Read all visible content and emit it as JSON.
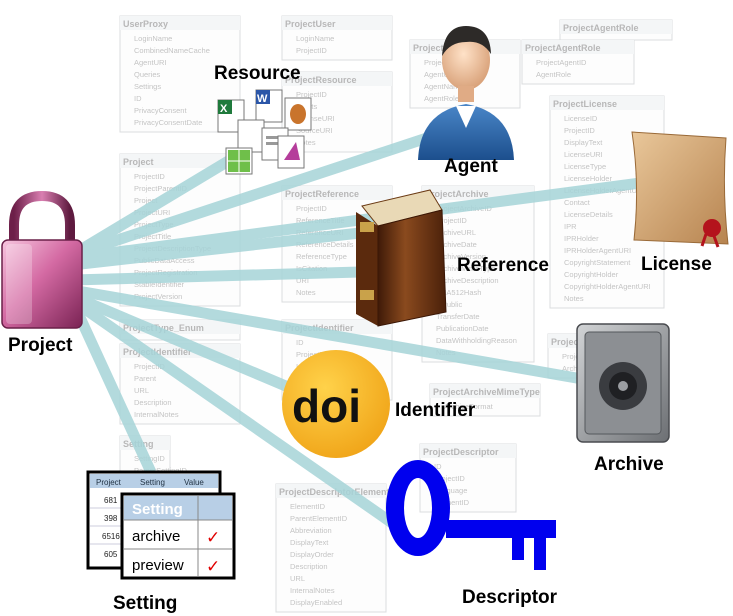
{
  "labels": {
    "project": "Project",
    "resource": "Resource",
    "agent": "Agent",
    "license": "License",
    "reference": "Reference",
    "identifier": "Identifier",
    "archive": "Archive",
    "setting": "Setting",
    "descriptor": "Descriptor"
  },
  "doi_logo_text": "doi",
  "setting_card": {
    "back_headers": [
      "Project",
      "Setting",
      "Value"
    ],
    "back_rows": [
      "681",
      "398",
      "6516",
      "605"
    ],
    "front_header": "Setting",
    "front_rows": [
      "archive",
      "preview"
    ],
    "check": "✓"
  },
  "background_tables": [
    {
      "title": "UserProxy",
      "rows": [
        "LoginName",
        "CombinedNameCache",
        "AgentURI",
        "Queries",
        "Settings",
        "ID",
        "PrivacyConsent",
        "PrivacyConsentDate"
      ]
    },
    {
      "title": "ProjectUser",
      "rows": [
        "LoginName",
        "ProjectID"
      ]
    },
    {
      "title": "ProjectAgent",
      "rows": [
        "ProjectID",
        "AgentURI",
        "AgentName",
        "AgentRole"
      ]
    },
    {
      "title": "ProjectAgentRole",
      "rows": []
    },
    {
      "title": "ProjectAgentRole",
      "rows": [
        "ProjectAgentID",
        "AgentRole"
      ]
    },
    {
      "title": "ProjectResource",
      "rows": [
        "ProjectID",
        "Rights",
        "LicenseURI",
        "SourceURI",
        "Notes"
      ]
    },
    {
      "title": "ProjectLicense",
      "rows": [
        "LicenseID",
        "ProjectID",
        "DisplayText",
        "LicenseURI",
        "LicenseType",
        "LicenseHolder",
        "LicenseHolderAgentURI",
        "Contact",
        "LicenseDetails",
        "IPR",
        "IPRHolder",
        "IPRHolderAgentURI",
        "CopyrightStatement",
        "CopyrightHolder",
        "CopyrightHolderAgentURI",
        "Notes"
      ]
    },
    {
      "title": "Project",
      "rows": [
        "ProjectID",
        "ProjectParentID",
        "Project",
        "ProjectURI",
        "ProjectType",
        "ProjectTitle",
        "ProjectDescriptionType",
        "PublicDataAccess",
        "ProjectRegistration",
        "StableIdentifier",
        "ProjectVersion"
      ]
    },
    {
      "title": "ProjectReference",
      "rows": [
        "ProjectID",
        "ReferenceTitle",
        "ReferenceURI",
        "ReferenceDetails",
        "ReferenceType",
        "IsCitation",
        "URI",
        "Notes"
      ]
    },
    {
      "title": "ProjectArchive",
      "rows": [
        "ProjectArchiveID",
        "ProjectID",
        "ArchiveURL",
        "ArchiveDate",
        "ArchiveVersion",
        "ArchiveMimeType",
        "ArchiveDescription",
        "SHA512Hash",
        "IsPublic",
        "TransferDate",
        "PublicationDate",
        "DataWithholdingReason",
        "Notes"
      ]
    },
    {
      "title": "ProjectType_Enum",
      "rows": []
    },
    {
      "title": "ProjectIdentifier",
      "rows": [
        "ID",
        "ProjectID",
        "Identifier",
        "URL",
        "Notes"
      ]
    },
    {
      "title": "ProjectIdentifier",
      "rows": [
        "ProjectID",
        "Parent",
        "URL",
        "Description",
        "InternalNotes"
      ]
    },
    {
      "title": "ProjectArchiveMimeType",
      "rows": [
        "ArchiveFormat"
      ]
    },
    {
      "title": "Project",
      "rows": [
        "ProjectID",
        "ArchiveID"
      ]
    },
    {
      "title": "Setting",
      "rows": [
        "SettingID",
        "ParentSettingID"
      ]
    },
    {
      "title": "ProjectDescriptor",
      "rows": [
        "ID",
        "ProjectID",
        "Language",
        "ElementID"
      ]
    },
    {
      "title": "ProjectDescriptorElement",
      "rows": [
        "ElementID",
        "ParentElementID",
        "Abbreviation",
        "DisplayText",
        "DisplayOrder",
        "Description",
        "URL",
        "InternalNotes",
        "DisplayEnabled"
      ]
    }
  ]
}
